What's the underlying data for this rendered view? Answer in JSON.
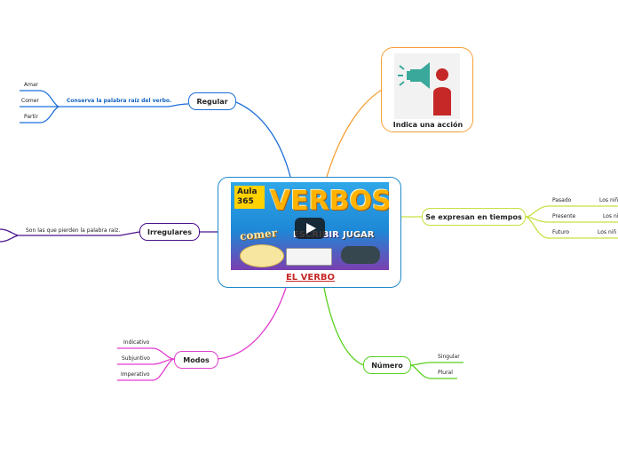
{
  "central": {
    "title": "EL VERBO",
    "thumb": {
      "aula": "Aula 365",
      "title": "VERBOS",
      "comer": "comer",
      "escribir": "ESCRIBIR",
      "jugar": "JUGAR"
    }
  },
  "accion": {
    "label": "Indica una acción"
  },
  "regular": {
    "label": "Regular",
    "sub": "Conserva la palabra raíz del verbo.",
    "examples": [
      "Amar",
      "Comer",
      "Partir"
    ]
  },
  "irregulares": {
    "label": "Irregulares",
    "sub": "Son las que pierden la palabra raíz."
  },
  "tiempos": {
    "label": "Se expresan en tiempos",
    "items": [
      "Pasado",
      "Presente",
      "Futuro"
    ],
    "examples": [
      "Los niñ",
      "Los ni",
      "Los niñ"
    ]
  },
  "modos": {
    "label": "Modos",
    "items": [
      "Indicativo",
      "Subjuntivo",
      "Imperativo"
    ]
  },
  "numero": {
    "label": "Número",
    "items": [
      "Singular",
      "Plural"
    ]
  },
  "colors": {
    "regular": "#1e6fd9",
    "accion": "#f7a035",
    "irregulares": "#4a148c",
    "tiempos": "#c6e040",
    "modos": "#e23fd0",
    "numero": "#58d11f",
    "central": "#1e88c9"
  }
}
